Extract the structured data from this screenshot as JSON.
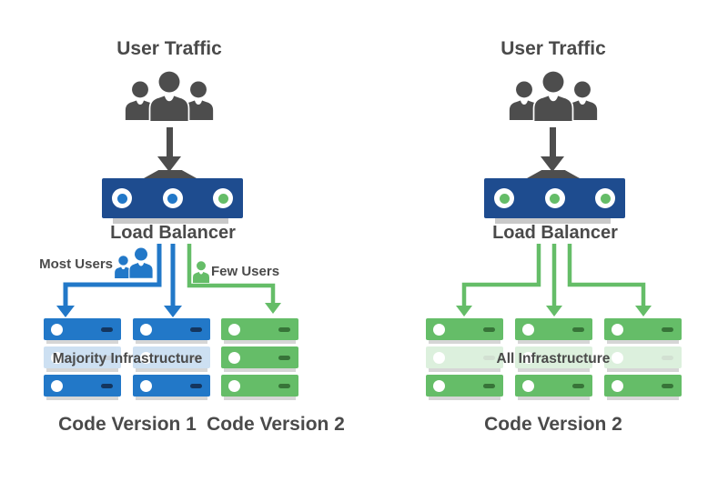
{
  "colors": {
    "navy": "#1E4C8F",
    "blue": "#2278C8",
    "blue-dash": "#14355E",
    "green": "#65BD68",
    "green-dash": "#377438",
    "gray": "#4A4A4A",
    "icon": "#4D4D4D",
    "shadow": "#D6D6D6"
  },
  "icons": {
    "traffic_group": "people-group-icon",
    "most_users": "two-users-icon",
    "few_users": "single-user-icon",
    "lb_ports": "status-dot-circles",
    "flow": "elbow-arrow"
  },
  "left": {
    "title": "User Traffic",
    "lb_label": "Load Balancer",
    "lb_dots": [
      "blue",
      "blue",
      "green"
    ],
    "most_users_label": "Most Users",
    "few_users_label": "Few Users",
    "band_label": "Majority Infrastructure",
    "stack_colors": [
      "blue",
      "blue",
      "green"
    ],
    "caption_v1": "Code Version 1",
    "caption_v2": "Code Version 2"
  },
  "right": {
    "title": "User Traffic",
    "lb_label": "Load Balancer",
    "lb_dots": [
      "green",
      "green",
      "green"
    ],
    "band_label": "All Infrastructure",
    "stack_colors": [
      "green",
      "green",
      "green"
    ],
    "caption": "Code Version 2"
  }
}
